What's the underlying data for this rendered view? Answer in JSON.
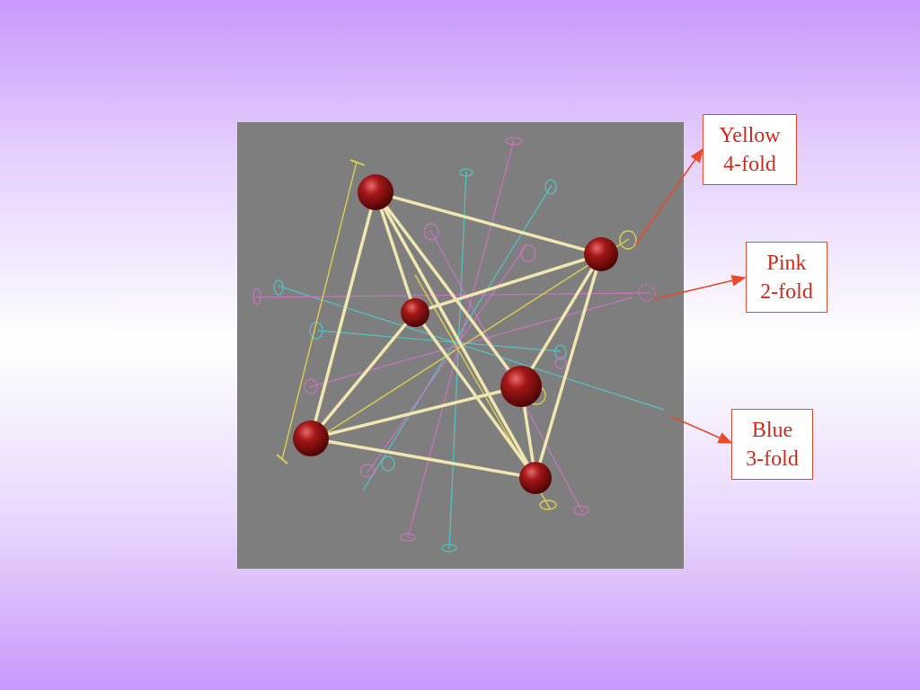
{
  "labels": {
    "yellow": {
      "line1": "Yellow",
      "line2": "4-fold",
      "color": "#e8d84a"
    },
    "pink": {
      "line1": "Pink",
      "line2": "2-fold",
      "color": "#d872c8"
    },
    "blue": {
      "line1": "Blue",
      "line2": "3-fold",
      "color": "#4fd0d0"
    }
  },
  "colors": {
    "atom": "#8a0f0f",
    "bond": "#f0e6b0",
    "viewport_bg": "#7e7e7e",
    "callout": "#e84a2a"
  }
}
